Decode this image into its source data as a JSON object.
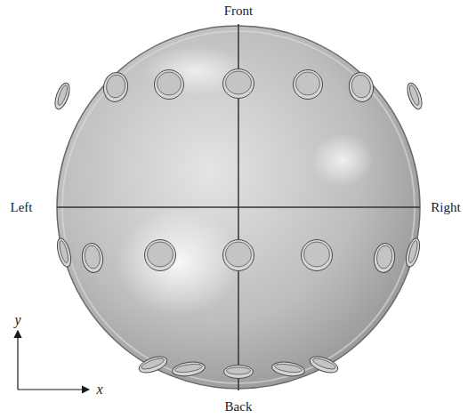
{
  "diagram": {
    "labels": [
      "Front",
      "Left",
      "Right",
      "Back",
      "y",
      "x"
    ]
  }
}
